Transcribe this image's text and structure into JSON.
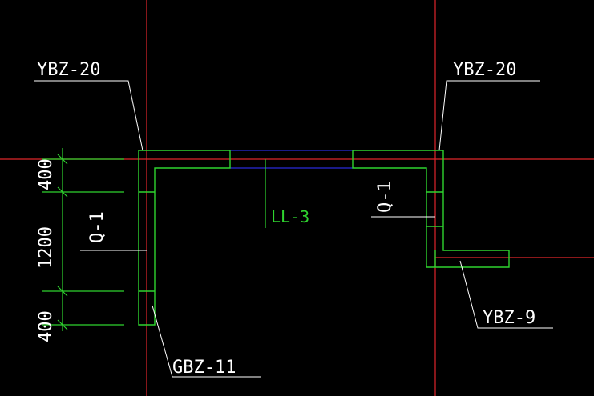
{
  "colors": {
    "background": "#000000",
    "axis": "#e0262b",
    "wall": "#2fd42f",
    "beam": "#2b2bd9",
    "leader": "#ffffff",
    "label": "#ffffff",
    "beam_label": "#2fd42f"
  },
  "labels": {
    "ybz20_left": "YBZ-20",
    "ybz20_right": "YBZ-20",
    "ybz9": "YBZ-9",
    "gbz11": "GBZ-11",
    "ll3": "LL-3",
    "q1_left": "Q-1",
    "q1_right": "Q-1"
  },
  "dimensions": {
    "top": "400",
    "middle": "1200",
    "bottom": "400"
  }
}
